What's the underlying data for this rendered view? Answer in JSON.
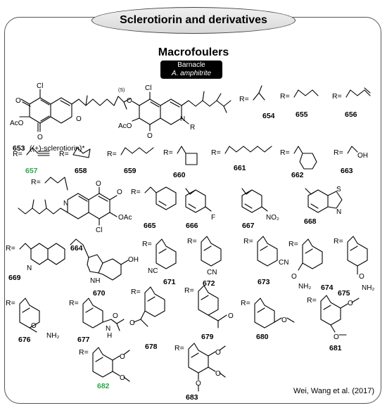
{
  "title": "Sclerotiorin and derivatives",
  "heading": "Macrofoulers",
  "target": {
    "line1": "Barnacle",
    "line2": "A. amphitrite"
  },
  "credit": "Wei, Wang et al. (2017)",
  "r_label": "R=",
  "labels": {
    "cl": "Cl",
    "o": "O",
    "aco": "AcO",
    "oac": "OAc",
    "n": "N",
    "r": "R",
    "s": "(S)",
    "oh": "OH",
    "f": "F",
    "no2": "NO₂",
    "s_atom": "S",
    "nc": "NC",
    "cn": "CN",
    "nh2": "NH₂",
    "nh": "NH",
    "h": "H"
  },
  "compounds": {
    "c653": "653",
    "c653_name": "((+)-sclerotiorin)*",
    "c654": "654",
    "c655": "655",
    "c656": "656",
    "c657": "657",
    "c658": "658",
    "c659": "659",
    "c660": "660",
    "c661": "661",
    "c662": "662",
    "c663": "663",
    "c664": "664",
    "c665": "665",
    "c666": "666",
    "c667": "667",
    "c668": "668",
    "c669": "669",
    "c670": "670",
    "c671": "671",
    "c672": "672",
    "c673": "673",
    "c674": "674",
    "c675": "675",
    "c676": "676",
    "c677": "677",
    "c678": "678",
    "c679": "679",
    "c680": "680",
    "c681": "681",
    "c682": "682",
    "c683": "683"
  },
  "colors": {
    "highlight": "#2aa84a"
  }
}
